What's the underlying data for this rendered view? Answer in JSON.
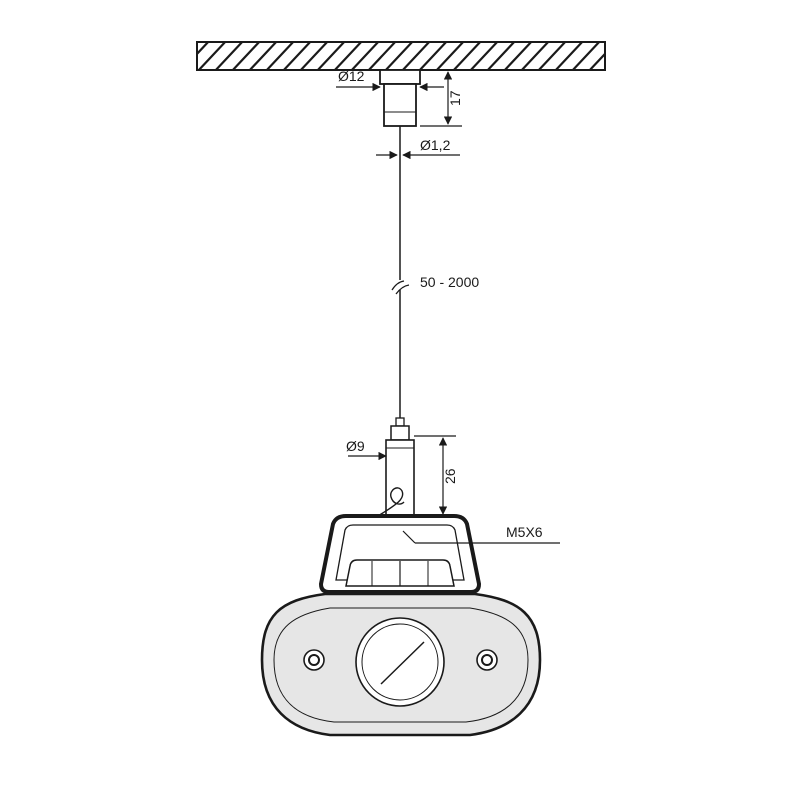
{
  "dimensions": {
    "ceiling_cap_diameter": "Ø12",
    "ceiling_cap_height": "17",
    "cable_diameter": "Ø1,2",
    "cable_length": "50 - 2000",
    "gripper_diameter": "Ø9",
    "gripper_height": "26",
    "thread": "M5X6"
  },
  "colors": {
    "line": "#1a1a1a",
    "fixture_fill": "#e6e6e6",
    "background": "#ffffff"
  }
}
